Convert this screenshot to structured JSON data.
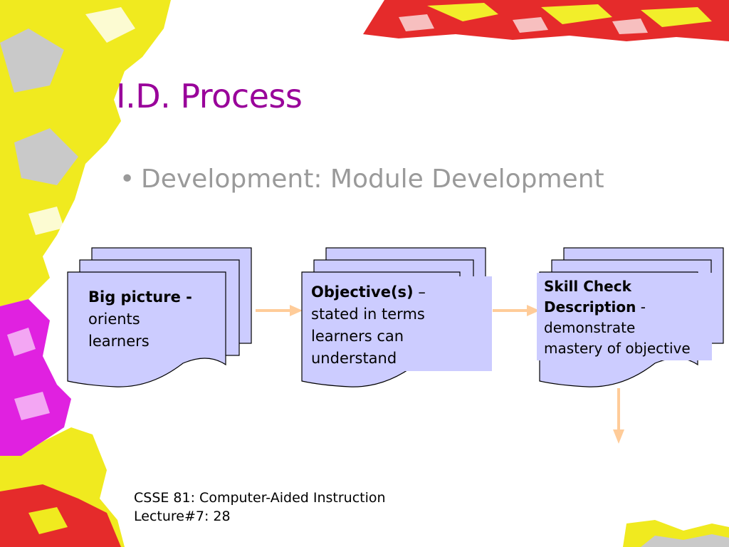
{
  "slide": {
    "title": "I.D. Process",
    "bullet": "Development: Module Development"
  },
  "diagram": {
    "box1": {
      "bold": "Big picture -",
      "line1": "orients",
      "line2": "learners"
    },
    "box2": {
      "bold": "Objective(s)",
      "rest": " –",
      "line1": "stated in terms",
      "line2": "learners can",
      "line3": "understand"
    },
    "box3": {
      "bold1": "Skill Check",
      "bold2": "Description",
      "rest": " -",
      "line1": "demonstrate",
      "line2": "mastery of objective"
    }
  },
  "footer": {
    "course": "CSSE 81: Computer-Aided Instruction",
    "lecture": "Lecture#7:",
    "page": "28"
  },
  "colors": {
    "title": "#99009a",
    "bullet": "#9a9a9a",
    "doc_fill": "#ccccff",
    "arrow": "#ffcc99"
  }
}
